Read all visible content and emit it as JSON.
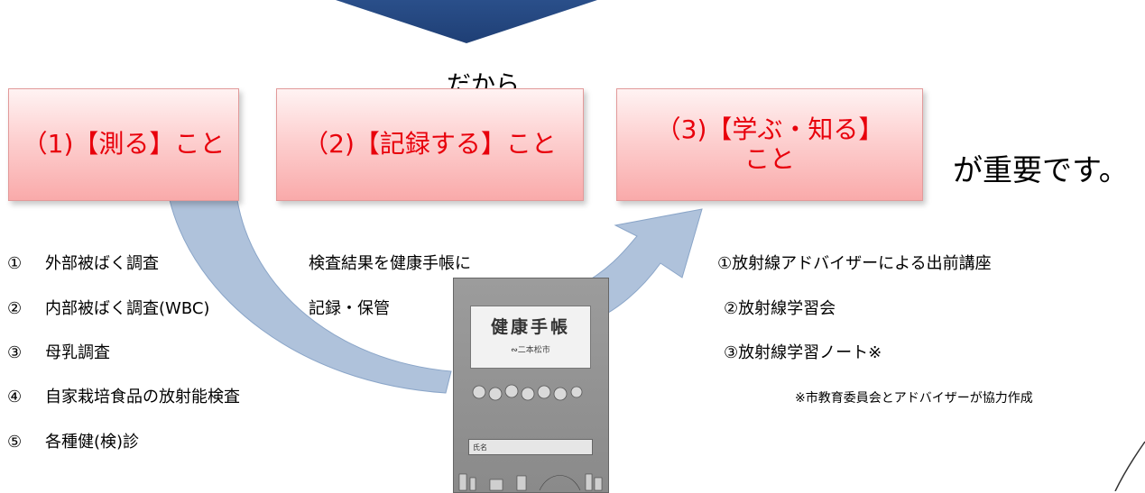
{
  "connector": "だから",
  "steps": [
    {
      "text": "（1)【測る】こと"
    },
    {
      "text": "（2)【記録する】こと"
    },
    {
      "line1": "（3)【学ぶ・知る】",
      "line2": "こと"
    }
  ],
  "conclusion": "が重要です。",
  "measure_list": [
    {
      "num": "①",
      "text": "外部被ばく調査"
    },
    {
      "num": "②",
      "text": "内部被ばく調査(WBC)"
    },
    {
      "num": "③",
      "text": "母乳調査"
    },
    {
      "num": "④",
      "text": "自家栽培食品の放射能検査"
    },
    {
      "num": "⑤",
      "text": "各種健(検)診"
    }
  ],
  "record_text": {
    "line1": "検査結果を健康手帳に",
    "line2": "記録・保管"
  },
  "learn_list": [
    "①放射線アドバイザーによる出前講座",
    "②放射線学習会",
    "③放射線学習ノート※"
  ],
  "footnote": "※市教育委員会とアドバイザーが協力作成",
  "booklet": {
    "title": "健康手帳",
    "city": "二本松市",
    "name_label": "氏名"
  }
}
